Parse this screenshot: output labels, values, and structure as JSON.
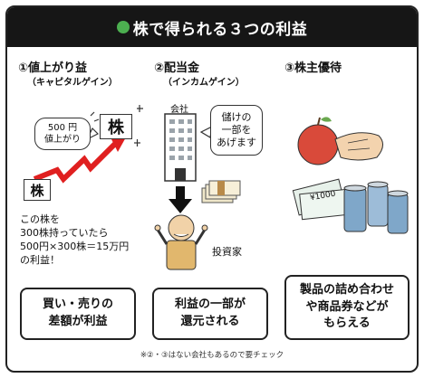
{
  "title": "株で得られる３つの利益",
  "colors": {
    "title_bg": "#161616",
    "title_dot": "#4caf50",
    "arrow_red": "#e02020",
    "apple_red": "#d94a3a",
    "can_blue": "#7fa7c9"
  },
  "columns": [
    {
      "heading": "①値上がり益",
      "sub": "（キャピタルゲイン）",
      "bubble": "500 円\n値上がり",
      "kabu_top": "株",
      "kabu_bottom": "株",
      "note": "この株を\n300株持っていたら\n500円×300株＝15万円\nの利益！",
      "box": "買い・売りの\n差額が利益"
    },
    {
      "heading": "②配当金",
      "sub": "（インカムゲイン）",
      "building_label": "会社",
      "bubble": "儲けの\n一部を\nあげます",
      "investor_label": "投資家",
      "box": "利益の一部が\n還元される"
    },
    {
      "heading": "③株主優待",
      "sub": "",
      "voucher_label": "¥1000",
      "box": "製品の詰め合わせ\nや商品券などが\nもらえる"
    }
  ],
  "footnote": "※②・③はない会社もあるので要チェック"
}
